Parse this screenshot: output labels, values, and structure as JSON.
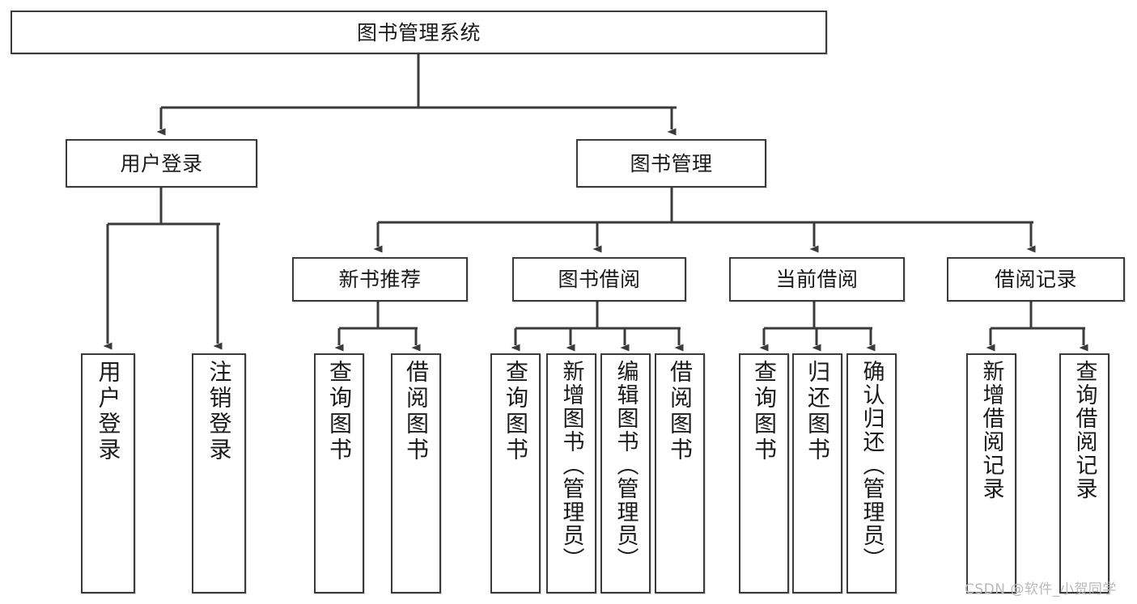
{
  "diagram": {
    "type": "tree-hierarchy-chart",
    "title": "图书管理系统",
    "orientation": "top-down",
    "line_color": "#3b3b3b",
    "box_fill": "#ffffff",
    "background": "#ffffff"
  },
  "nodes": {
    "root": {
      "label": "图书管理系统",
      "level": 0
    },
    "level1": [
      {
        "id": "user-login",
        "label": "用户登录"
      },
      {
        "id": "book-management",
        "label": "图书管理"
      }
    ],
    "level2": [
      {
        "id": "new-book-recommend",
        "label": "新书推荐"
      },
      {
        "id": "book-borrow",
        "label": "图书借阅"
      },
      {
        "id": "current-borrow",
        "label": "当前借阅"
      },
      {
        "id": "borrow-record",
        "label": "借阅记录"
      }
    ],
    "leaves": {
      "user-login": [
        {
          "id": "leaf-user-login",
          "label": "用户登录"
        },
        {
          "id": "leaf-logout-login",
          "label": "注销登录"
        }
      ],
      "new-book-recommend": [
        {
          "id": "leaf-query-book-1",
          "label": "查询图书"
        },
        {
          "id": "leaf-borrow-book-1",
          "label": "借阅图书"
        }
      ],
      "book-borrow": [
        {
          "id": "leaf-query-book-2",
          "label": "查询图书"
        },
        {
          "id": "leaf-add-book-admin",
          "label": "新增图书（管理员）"
        },
        {
          "id": "leaf-edit-book-admin",
          "label": "编辑图书（管理员）"
        },
        {
          "id": "leaf-borrow-book-2",
          "label": "借阅图书"
        }
      ],
      "current-borrow": [
        {
          "id": "leaf-query-book-3",
          "label": "查询图书"
        },
        {
          "id": "leaf-return-book",
          "label": "归还图书"
        },
        {
          "id": "leaf-confirm-return-admin",
          "label": "确认归还（管理员）"
        }
      ],
      "borrow-record": [
        {
          "id": "leaf-add-borrow-record",
          "label": "新增借阅记录"
        },
        {
          "id": "leaf-query-borrow-record",
          "label": "查询借阅记录"
        }
      ]
    }
  },
  "watermark": {
    "text": "CSDN @软件_小贺同学"
  }
}
